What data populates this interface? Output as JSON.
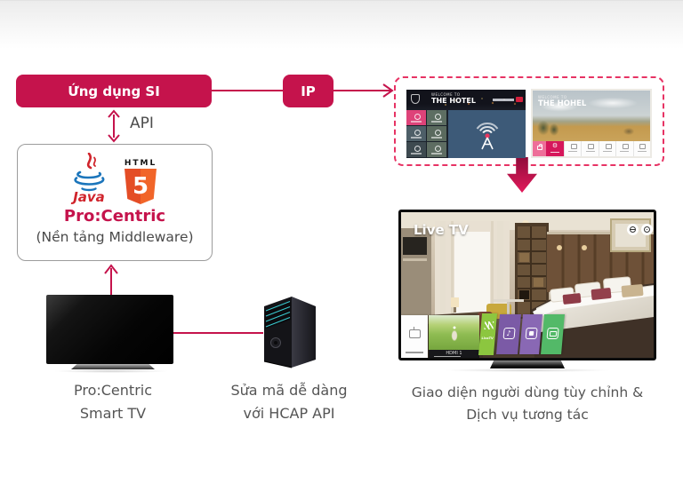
{
  "colors": {
    "accent_crimson": "#C5134C",
    "dashed_border": "#E73364",
    "html5_orange": "#E44D26",
    "java_red": "#D0242C",
    "java_blue": "#1B75BB"
  },
  "nodes": {
    "si_app": "Ứng dụng SI",
    "ip": "IP",
    "api": "API",
    "java_label": "Java",
    "html_label": "HTML",
    "html_five": "5",
    "middleware_name": "Pro:Centric",
    "middleware_platform": "(Nền tảng Middleware)"
  },
  "captions": {
    "smart_tv_line1": "Pro:Centric",
    "smart_tv_line2": "Smart TV",
    "server_line1": "Sửa mã dễ dàng",
    "server_line2": "với HCAP API",
    "result_line1": "Giao diện người dùng tùy chỉnh &",
    "result_line2": "Dịch vụ tương tác"
  },
  "screens": {
    "hotel_home": {
      "welcome": "WELCOME TO",
      "title": "THE HOTEL"
    },
    "gallery": {
      "welcome": "WELCOME TO",
      "title": "THE HOHEL"
    },
    "live_tv": {
      "label": "Live TV",
      "hdmi_label": "HDMI 1",
      "livetv_label": "LiveTV"
    }
  }
}
